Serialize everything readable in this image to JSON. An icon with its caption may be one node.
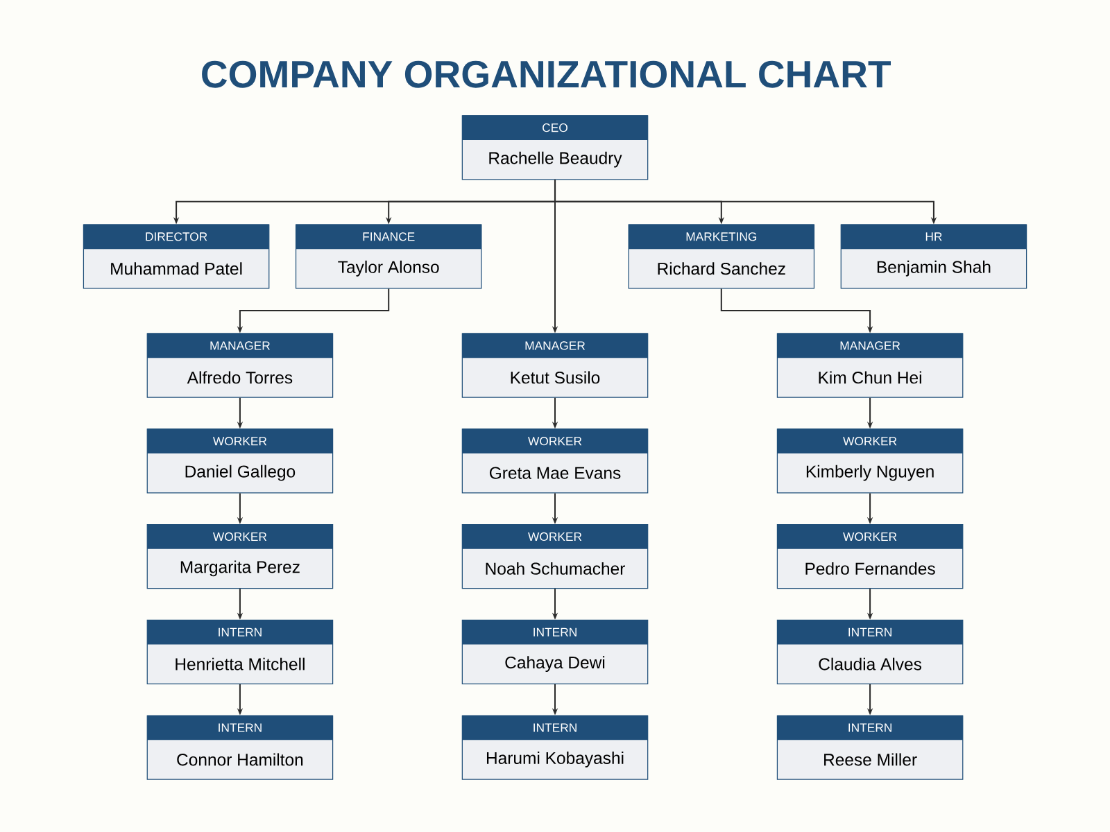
{
  "diagram": {
    "title": "COMPANY ORGANIZATIONAL CHART",
    "nodes": [
      {
        "text": [
          "CEO",
          "Rachelle Beaudry"
        ]
      },
      {
        "text": [
          "DIRECTOR",
          "Muhammad Patel"
        ]
      },
      {
        "text": [
          "FINANCE",
          "Taylor Alonso"
        ]
      },
      {
        "text": [
          "MARKETING",
          "Richard Sanchez"
        ]
      },
      {
        "text": [
          "HR",
          "Benjamin Shah"
        ]
      },
      {
        "text": [
          "MANAGER",
          "Alfredo Torres"
        ]
      },
      {
        "text": [
          "MANAGER",
          "Ketut Susilo"
        ]
      },
      {
        "text": [
          "MANAGER",
          "Kim Chun Hei"
        ]
      },
      {
        "text": [
          "WORKER",
          "Daniel Gallego"
        ]
      },
      {
        "text": [
          "WORKER",
          "Greta Mae Evans"
        ]
      },
      {
        "text": [
          "WORKER",
          "Kimberly Nguyen"
        ]
      },
      {
        "text": [
          "WORKER",
          "Margarita Perez"
        ]
      },
      {
        "text": [
          "WORKER",
          "Noah Schumacher"
        ]
      },
      {
        "text": [
          "WORKER",
          "Pedro Fernandes"
        ]
      },
      {
        "text": [
          "INTERN",
          "Henrietta Mitchell"
        ]
      },
      {
        "text": [
          "INTERN",
          "Cahaya Dewi"
        ]
      },
      {
        "text": [
          "INTERN",
          "Claudia Alves"
        ]
      },
      {
        "text": [
          "INTERN",
          "Connor Hamilton"
        ]
      },
      {
        "text": [
          "INTERN",
          "Harumi Kobayashi"
        ]
      },
      {
        "text": [
          "INTERN",
          "Reese Miller"
        ]
      }
    ],
    "edges": [
      {
        "from": 0,
        "to": 1,
        "arrow": "to"
      },
      {
        "from": 0,
        "to": 2,
        "arrow": "to"
      },
      {
        "from": 0,
        "to": 6,
        "arrow": "to"
      },
      {
        "from": 0,
        "to": 3,
        "arrow": "to"
      },
      {
        "from": 0,
        "to": 4,
        "arrow": "to"
      },
      {
        "from": 2,
        "to": 5,
        "arrow": "to"
      },
      {
        "from": 3,
        "to": 7,
        "arrow": "to"
      },
      {
        "from": 5,
        "to": 8,
        "arrow": "to"
      },
      {
        "from": 8,
        "to": 11,
        "arrow": "to"
      },
      {
        "from": 11,
        "to": 14,
        "arrow": "to"
      },
      {
        "from": 14,
        "to": 17,
        "arrow": "to"
      },
      {
        "from": 6,
        "to": 9,
        "arrow": "to"
      },
      {
        "from": 9,
        "to": 12,
        "arrow": "to"
      },
      {
        "from": 12,
        "to": 15,
        "arrow": "to"
      },
      {
        "from": 15,
        "to": 18,
        "arrow": "to"
      },
      {
        "from": 7,
        "to": 10,
        "arrow": "to"
      },
      {
        "from": 10,
        "to": 13,
        "arrow": "to"
      },
      {
        "from": 13,
        "to": 16,
        "arrow": "to"
      },
      {
        "from": 16,
        "to": 19,
        "arrow": "to"
      }
    ]
  }
}
